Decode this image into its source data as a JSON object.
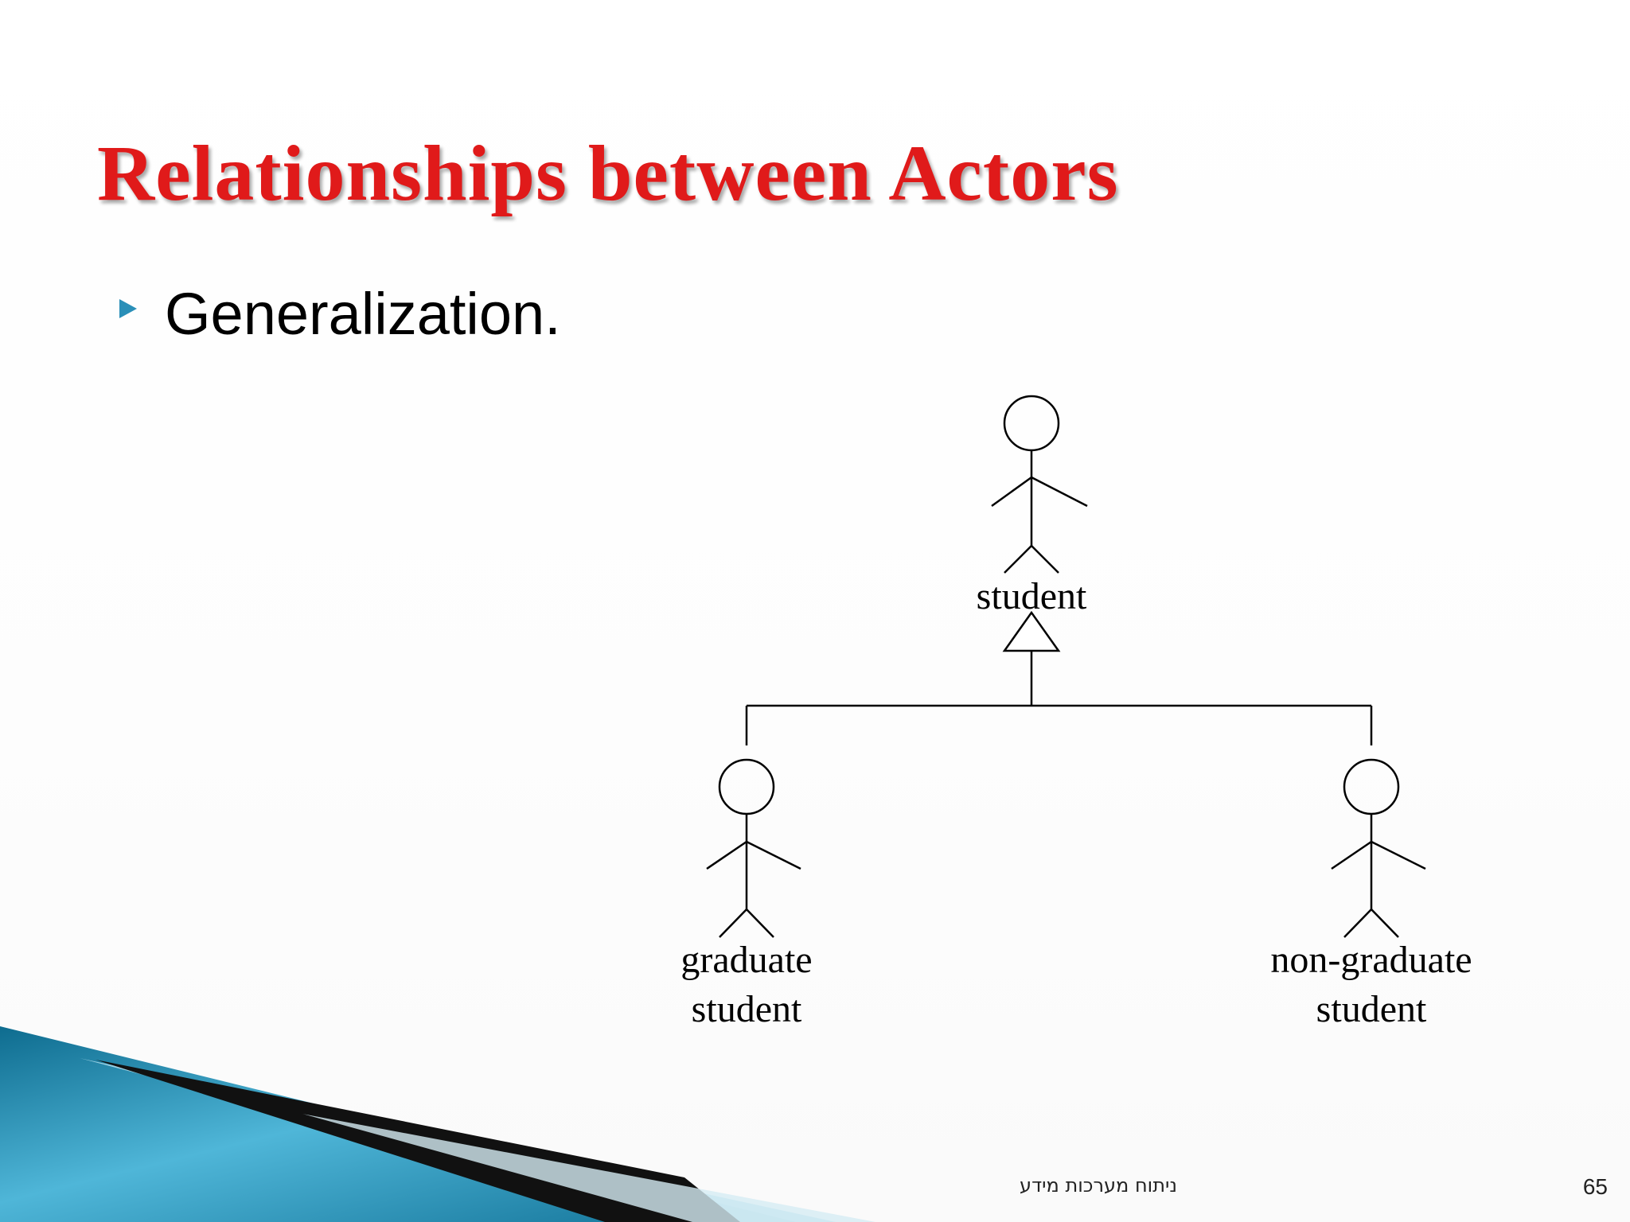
{
  "slide": {
    "title": "Relationships between Actors",
    "bullet": "Generalization.",
    "footer_text": "ניתוח מערכות מידע",
    "page_number": "65"
  },
  "diagram": {
    "parent_actor": "student",
    "child_actors": [
      {
        "line1": "graduate",
        "line2": "student"
      },
      {
        "line1": "non-graduate",
        "line2": "student"
      }
    ]
  },
  "colors": {
    "title": "#e01a1a",
    "bullet": "#2a8fb8",
    "decoration_blue": "#1b7fa6",
    "decoration_dark": "#111111"
  }
}
